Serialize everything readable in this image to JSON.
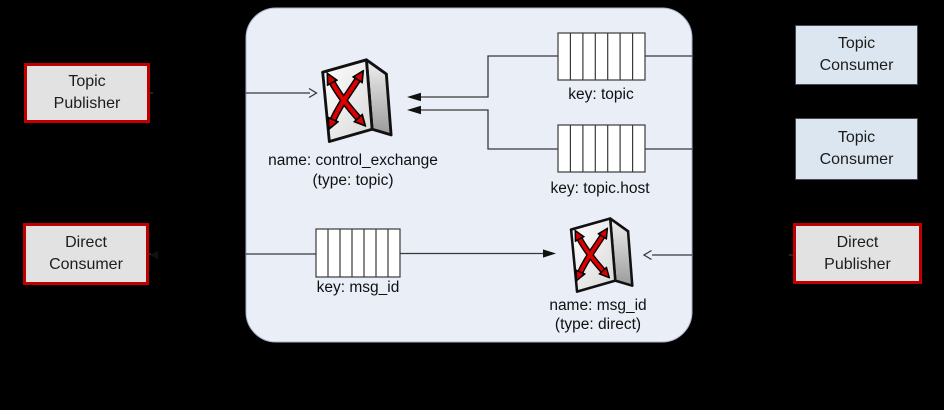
{
  "palette": {
    "background": "#000000",
    "panel_fill": "#e9eef7",
    "red_accent": "#c00000",
    "gray_box_fill": "#e2e2e2",
    "blue_box_fill": "#dce6f1",
    "line_color": "#383838",
    "exchange_arrow_red": "#dd0000"
  },
  "external_nodes": {
    "topic_publisher": "Topic\nPublisher",
    "direct_consumer": "Direct\nConsumer",
    "topic_consumer_1": "Topic\nConsumer",
    "topic_consumer_2": "Topic\nConsumer",
    "direct_publisher": "Direct\nPublisher"
  },
  "broker": {
    "control_exchange": {
      "name_label": "name: control_exchange",
      "type_label": "(type: topic)"
    },
    "direct_exchange": {
      "name_label": "name: msg_id",
      "type_label": "(type: direct)"
    },
    "queues": {
      "topic": {
        "label": "key: topic",
        "cells": 7
      },
      "topic_host": {
        "label": "key: topic.host",
        "cells": 7
      },
      "msg_id": {
        "label": "key: msg_id",
        "cells": 7
      }
    }
  }
}
